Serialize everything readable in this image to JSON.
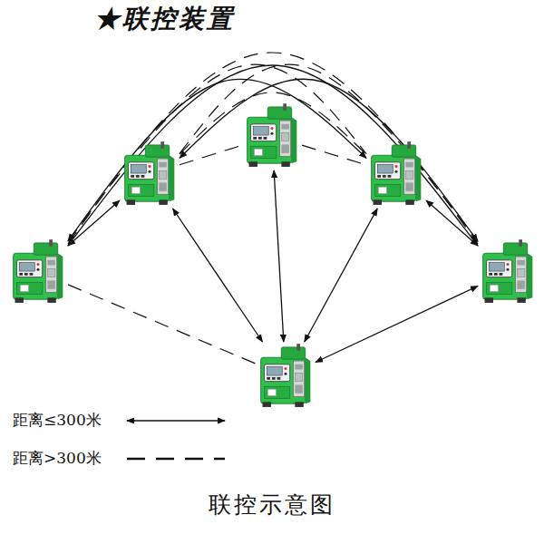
{
  "diagram": {
    "title": "★联控装置",
    "caption": "联控示意图",
    "nodes": [
      {
        "text": []
      },
      {
        "text": []
      },
      {
        "text": []
      },
      {
        "text": []
      },
      {
        "text": []
      },
      {
        "text": []
      }
    ],
    "edges": [
      {
        "from": 0,
        "to": 5,
        "arrow": "both"
      },
      {
        "from": 1,
        "to": 5,
        "arrow": "both"
      },
      {
        "from": 2,
        "to": 5,
        "arrow": "both"
      },
      {
        "from": 5,
        "to": 4,
        "arrow": "both"
      },
      {
        "from": 3,
        "to": 1,
        "arrow": "both"
      },
      {
        "from": 2,
        "to": 4,
        "arrow": "both"
      },
      {
        "from": 3,
        "to": 2,
        "arrow": "both"
      },
      {
        "from": 1,
        "to": 4,
        "arrow": "both"
      },
      {
        "from": 3,
        "to": 4,
        "arrow": "both"
      },
      {
        "from": 1,
        "to": 0,
        "arrow": "none"
      },
      {
        "from": 0,
        "to": 2,
        "arrow": "none"
      },
      {
        "from": 3,
        "to": 5,
        "arrow": "none"
      },
      {
        "from": 1,
        "to": 2,
        "arrow": "none"
      },
      {
        "from": 3,
        "to": 4,
        "arrow": "none"
      },
      {
        "from": 3,
        "to": 2,
        "arrow": "none"
      },
      {
        "from": 1,
        "to": 4,
        "arrow": "none"
      }
    ],
    "legend": [
      {
        "text": "距离≤300米"
      },
      {
        "text": "距离>300米"
      }
    ]
  }
}
